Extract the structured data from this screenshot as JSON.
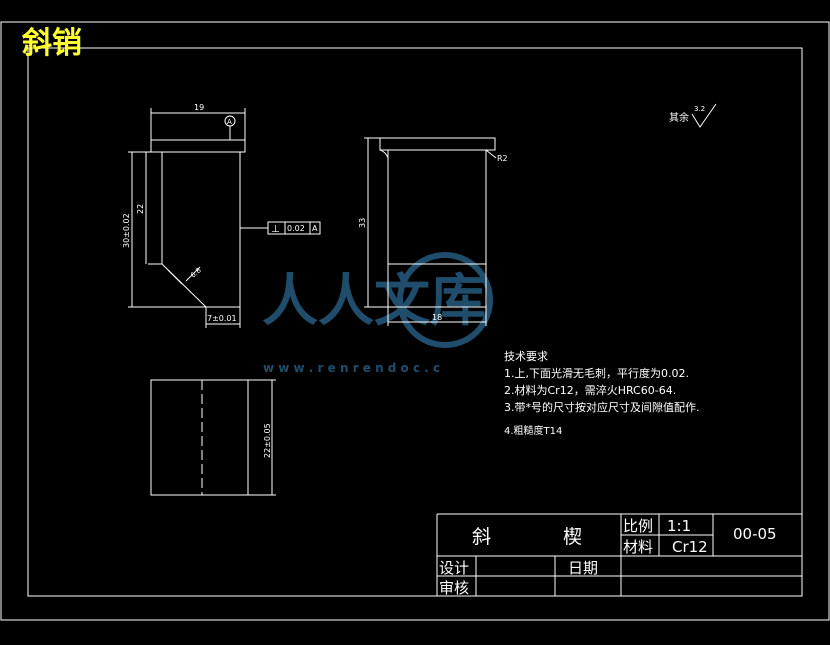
{
  "sheet_title": "斜销",
  "dimensions": {
    "top_width": "19",
    "height_total": "30±0.02",
    "height_inner": "22",
    "chamfer": "6.8",
    "bottom_offset": "7±0.01",
    "side_height": "33",
    "bottom_width": "18",
    "radius": "R2",
    "lower_height": "22±0.05"
  },
  "tolerance_frame": {
    "symbol": "⊥",
    "value": "0.02",
    "datum": "A"
  },
  "datum_label": "A",
  "roughness": {
    "prefix": "其余",
    "value": "3.2"
  },
  "technical_requirements": {
    "heading": "技术要求",
    "items": [
      "1.上,下面光滑无毛刺，平行度为0.02.",
      "2.材料为Cr12，需淬火HRC60-64.",
      "3.带*号的尺寸按对应尺寸及间隙值配作.",
      "4.粗糙度T14"
    ]
  },
  "title_block": {
    "part_name_1": "斜",
    "part_name_2": "楔",
    "scale_label": "比例",
    "scale_value": "1:1",
    "material_label": "材料",
    "material_value": "Cr12",
    "drawing_number": "00-05",
    "designer_label": "设计",
    "date_label": "日期",
    "reviewer_label": "审核"
  },
  "watermark": {
    "main": "人人文库",
    "sub": "w w w . r e n r e n d o c . c"
  }
}
